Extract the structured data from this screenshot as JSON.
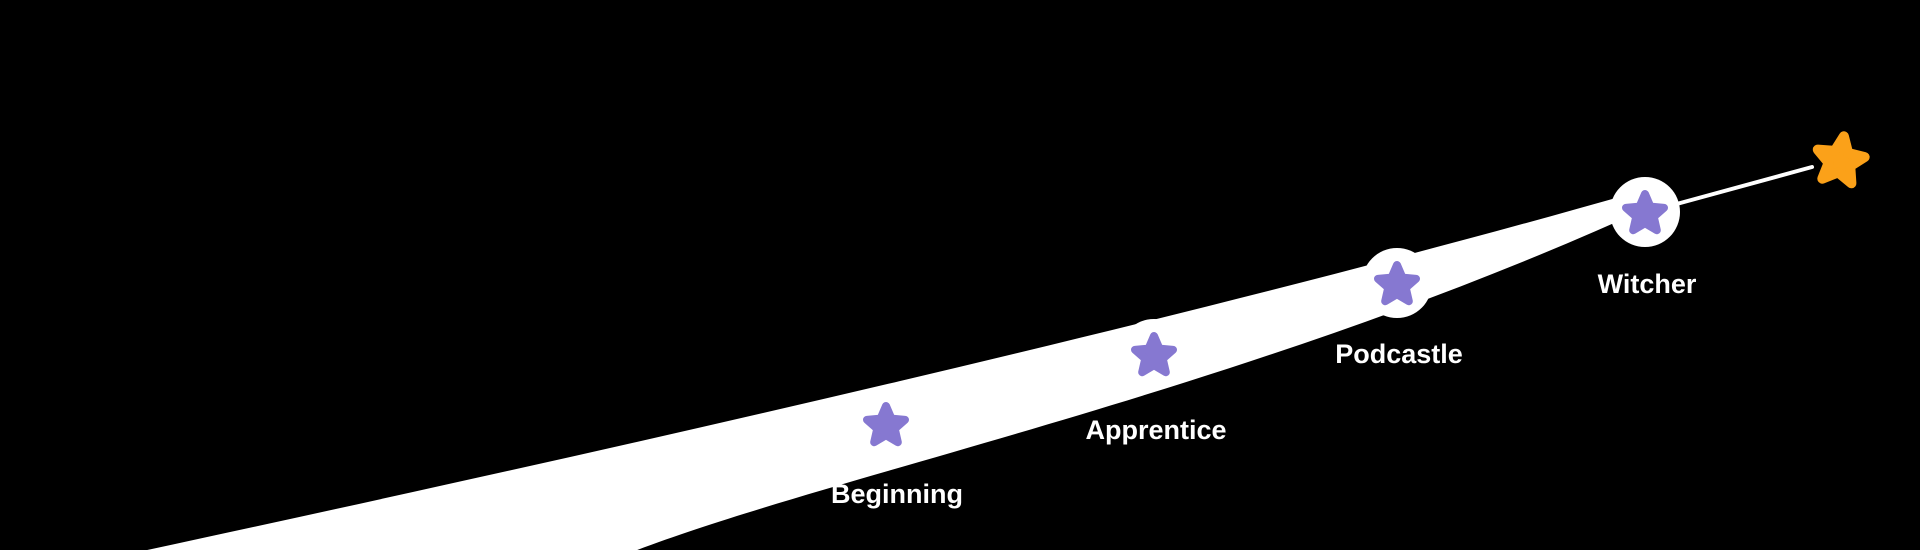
{
  "colors": {
    "background": "#000000",
    "beam": "#FFFFFF",
    "milestone_badge": "#FFFFFF",
    "milestone_star": "#8678D1",
    "final_star": "#FBA119",
    "label_text": "#FFFFFF"
  },
  "journey": {
    "milestones": [
      {
        "label": "Beginning",
        "icon": "star-icon"
      },
      {
        "label": "Apprentice",
        "icon": "star-icon"
      },
      {
        "label": "Podcastle",
        "icon": "star-icon"
      },
      {
        "label": "Witcher",
        "icon": "star-icon"
      }
    ],
    "final_star": {
      "icon": "shooting-star-icon"
    }
  }
}
